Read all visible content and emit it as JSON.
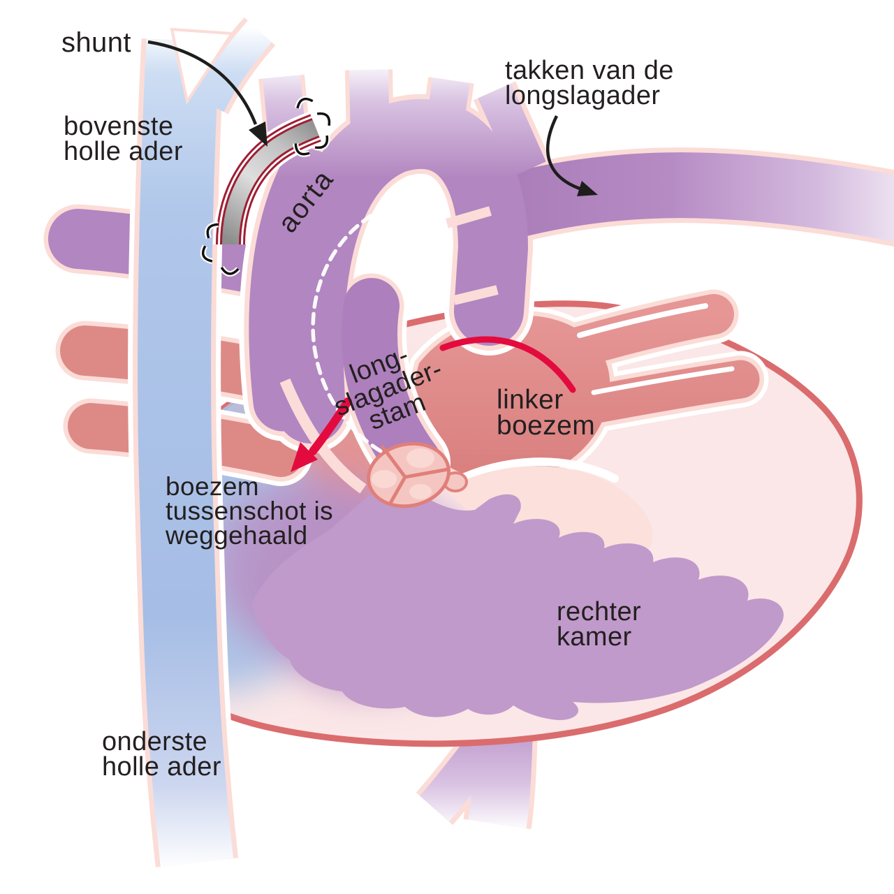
{
  "figure": {
    "type": "anatomical-diagram",
    "subject": "Heart with systemic-to-pulmonary (Blalock-Taussig) shunt, Dutch labels",
    "labels": {
      "shunt": "shunt",
      "superior_vena_cava": "bovenste\nholle ader",
      "pulmonary_artery_branches": "takken van de\nlongslagader",
      "aorta": "aorta",
      "pulmonary_trunk": "long-\nslagader-\nstam",
      "left_atrium": "linker\nboezem",
      "septum_removed_note": "boezem\ntussenschot is\nweggehaald",
      "right_ventricle": "rechter\nkamer",
      "inferior_vena_cava": "onderste\nholle ader"
    },
    "colors": {
      "label_text": "#231f20",
      "heart_fill": "#fbe7e7",
      "heart_outline": "#da6c6e",
      "vessel_casing_pink": "#fbdcd7",
      "aorta_purple": "#b286c0",
      "ventricle_purple": "#c09aca",
      "atrium_salmon": "#e08d8a",
      "vein_blue": "#aac3e8",
      "shunt_gray": "#c4c4c4",
      "shunt_outline_red": "#9e1e33",
      "flow_arrow_red": "#e30b3e",
      "dashed_line": "#ffffff",
      "annotation_arrow": "#1d1d1b"
    }
  }
}
